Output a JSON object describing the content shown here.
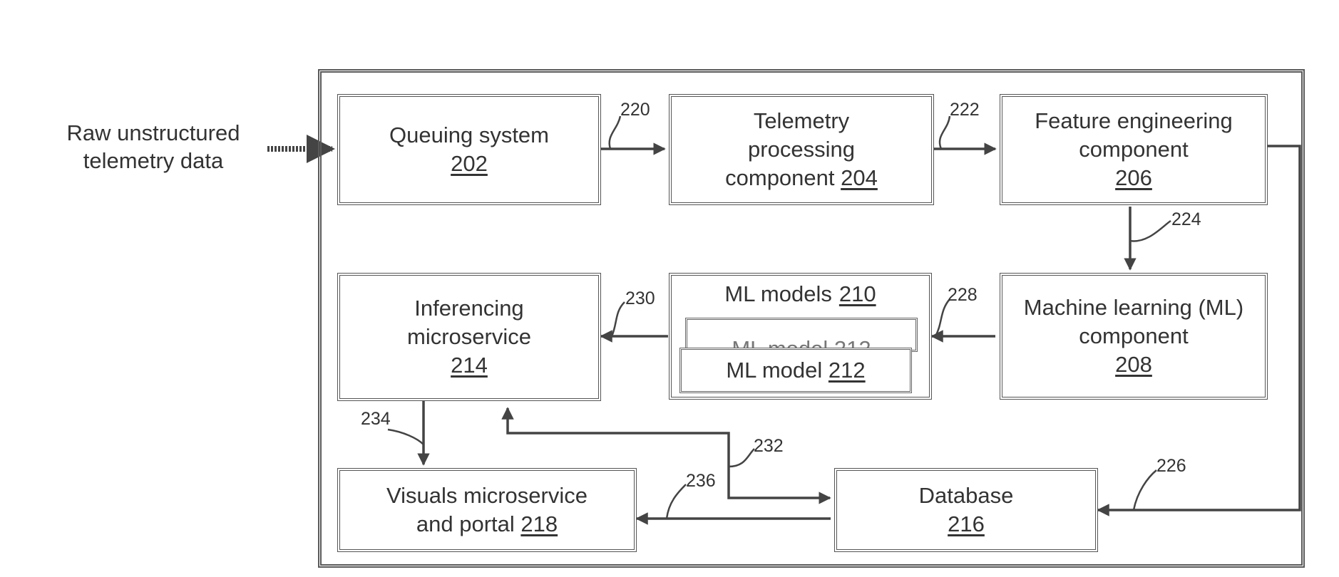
{
  "input": {
    "line1": "Raw unstructured",
    "line2": "telemetry data"
  },
  "boxes": {
    "queuing": {
      "label": "Queuing system",
      "num": "202"
    },
    "telemetry": {
      "line1": "Telemetry",
      "line2": "processing",
      "line3": "component",
      "num": "204"
    },
    "feature": {
      "line1": "Feature engineering",
      "line2": "component",
      "num": "206"
    },
    "ml_component": {
      "line1": "Machine learning (ML)",
      "line2": "component",
      "num": "208"
    },
    "ml_models": {
      "label": "ML models",
      "num": "210",
      "back_model_label": "ML model",
      "back_model_num": "212",
      "front_model_label": "ML model",
      "front_model_num": "212"
    },
    "inferencing": {
      "line1": "Inferencing",
      "line2": "microservice",
      "num": "214"
    },
    "visuals": {
      "line1": "Visuals microservice",
      "line2": "and portal",
      "num": "218"
    },
    "database": {
      "label": "Database",
      "num": "216"
    }
  },
  "refs": {
    "r220": "220",
    "r222": "222",
    "r224": "224",
    "r226": "226",
    "r228": "228",
    "r230": "230",
    "r232": "232",
    "r234": "234",
    "r236": "236"
  }
}
